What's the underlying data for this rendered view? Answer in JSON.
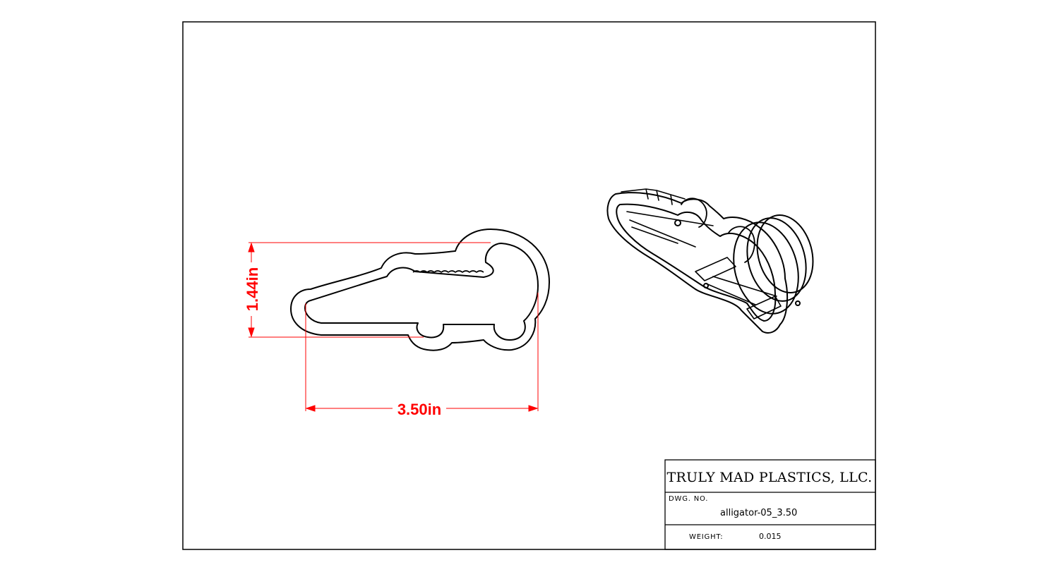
{
  "dimensions": {
    "height": "1.44in",
    "width": "3.50in"
  },
  "title_block": {
    "company": "TRULY MAD PLASTICS, LLC.",
    "dwg_no_label": "DWG. NO.",
    "dwg_no_value": "alligator-05_3.50",
    "weight_label": "WEIGHT:",
    "weight_value": "0.015"
  },
  "colors": {
    "dimension": "#ff0000",
    "line": "#000000"
  }
}
